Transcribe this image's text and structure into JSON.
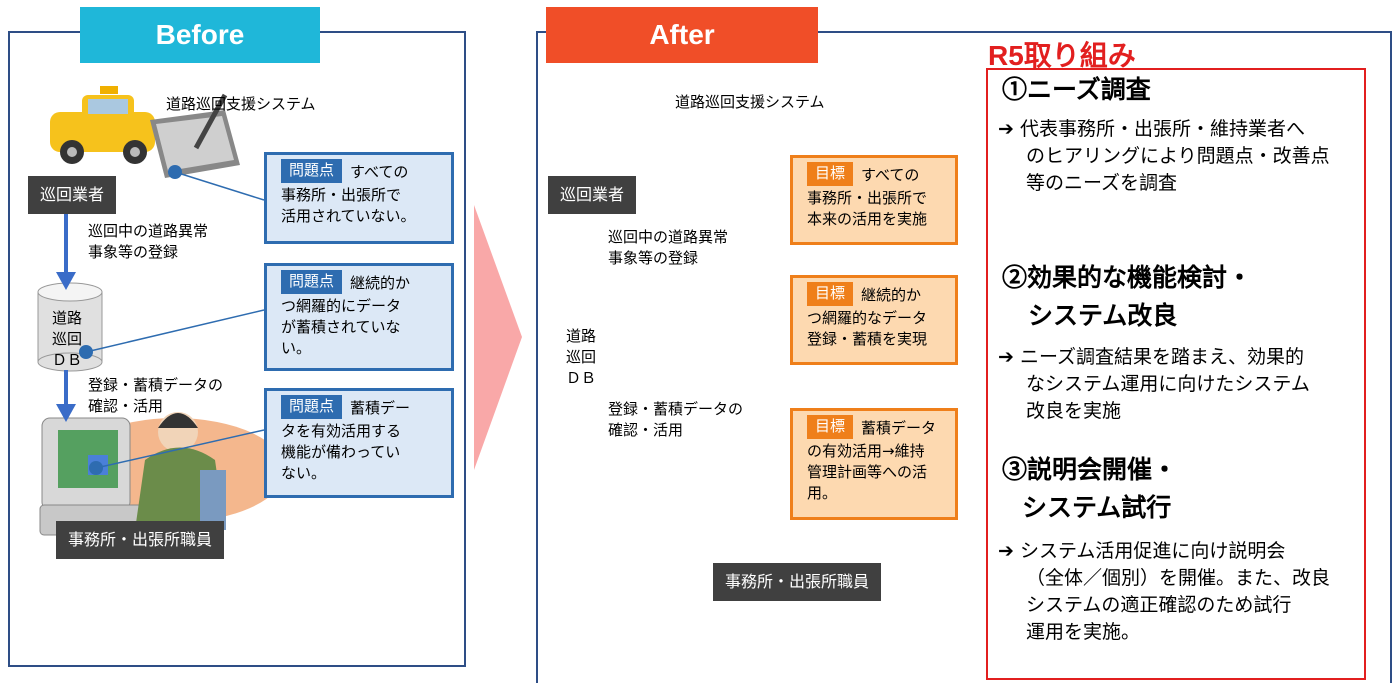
{
  "before": {
    "header": "Before",
    "system_label": "道路巡回支援システム",
    "patrol_label": "巡回業者",
    "flow1": [
      "巡回中の道路異常",
      "事象等の登録"
    ],
    "db": [
      "道路",
      "巡回",
      "ＤＢ"
    ],
    "flow2": [
      "登録・蓄積データの",
      "確認・活用"
    ],
    "staff_label": "事務所・出張所職員",
    "issues": [
      {
        "tag": "問題点",
        "lines": [
          "すべての",
          "事務所・出張所で",
          "活用されていない。"
        ]
      },
      {
        "tag": "問題点",
        "lines": [
          "継続的か",
          "つ網羅的にデータ",
          "が蓄積されていな",
          "い。"
        ]
      },
      {
        "tag": "問題点",
        "lines": [
          "蓄積デー",
          "タを有効活用する",
          "機能が備わってい",
          "ない。"
        ]
      }
    ]
  },
  "after": {
    "header": "After",
    "system_label": "道路巡回支援システム",
    "patrol_label": "巡回業者",
    "flow1": [
      "巡回中の道路異常",
      "事象等の登録"
    ],
    "db": [
      "道路",
      "巡回",
      "ＤＢ"
    ],
    "flow2": [
      "登録・蓄積データの",
      "確認・活用"
    ],
    "staff_label": "事務所・出張所職員",
    "goals": [
      {
        "tag": "目標",
        "lines": [
          "すべての",
          "事務所・出張所で",
          "本来の活用を実施"
        ]
      },
      {
        "tag": "目標",
        "lines": [
          "継続的か",
          "つ網羅的なデータ",
          "登録・蓄積を実現"
        ]
      },
      {
        "tag": "目標",
        "lines": [
          "蓄積データ",
          "の有効活用→維持",
          "管理計画等への活",
          "用。"
        ]
      }
    ]
  },
  "r5": {
    "title": "R5取り組み",
    "items": [
      {
        "heading": [
          "①ニーズ調査"
        ],
        "body": [
          "➔ 代表事務所・出張所・維持業者へ",
          "のヒアリングにより問題点・改善点",
          "等のニーズを調査"
        ]
      },
      {
        "heading": [
          "②効果的な機能検討・",
          "システム改良"
        ],
        "body": [
          "➔ ニーズ調査結果を踏まえ、効果的",
          "なシステム運用に向けたシステム",
          "改良を実施"
        ]
      },
      {
        "heading": [
          "③説明会開催・",
          "システム試行"
        ],
        "body": [
          "➔ システム活用促進に向け説明会",
          "（全体／個別）を開催。また、改良",
          "システムの適正確認のため試行",
          "運用を実施。"
        ]
      }
    ]
  },
  "colors": {
    "before_header": "#1fb7d9",
    "after_header": "#f04e28",
    "panel_border": "#2e4e86",
    "issue_border": "#2e6cb0",
    "goal_border": "#ef7f1a",
    "r5_red": "#e21f1f",
    "big_arrow": "#f9a8a8"
  }
}
